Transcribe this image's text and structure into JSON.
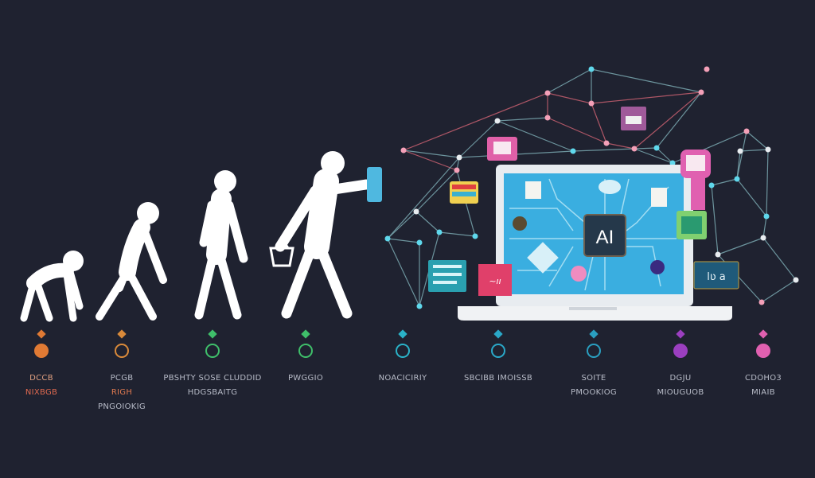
{
  "laptop": {
    "chip_label": "AI"
  },
  "timeline": {
    "stages": [
      {
        "lines": [
          "DCCB",
          "NIXBGB"
        ],
        "color": "#e07a34",
        "first_color": "#e0805a"
      },
      {
        "lines": [
          "PCGB",
          "RIGH",
          "PNGOIOKIG"
        ],
        "color": "#d98a3a",
        "first_color": "#b8bcc8"
      },
      {
        "lines": [
          "PBSHTY SOSE CLUDDID",
          "HDGSBAITG"
        ],
        "color": "#3fbf6a",
        "first_color": "#b8bcc8"
      },
      {
        "lines": [
          "PWGGIO"
        ],
        "color": "#3fbf6a",
        "first_color": "#b8bcc8"
      },
      {
        "lines": [
          "NOACICIRIY"
        ],
        "color": "#2ab3c8",
        "first_color": "#b8bcc8"
      },
      {
        "lines": [
          "SBCIBB IMOISSB"
        ],
        "color": "#2aa8c8",
        "first_color": "#b8bcc8"
      },
      {
        "lines": [
          "SOITE",
          "PMOOKIOG"
        ],
        "color": "#2a9fc0",
        "first_color": "#b8bcc8"
      },
      {
        "lines": [
          "DGJU",
          "MIOUGUOB"
        ],
        "color": "#9b3fc0",
        "first_color": "#b8bcc8"
      },
      {
        "lines": [
          "CDOHO3",
          "MIAIB"
        ],
        "color": "#e060b0",
        "first_color": "#b8bcc8"
      }
    ]
  },
  "colors": {
    "background": "#1f2230",
    "screen": "#3aaee0",
    "node_pink": "#f4a0b8",
    "node_cyan": "#5fd8ec"
  }
}
